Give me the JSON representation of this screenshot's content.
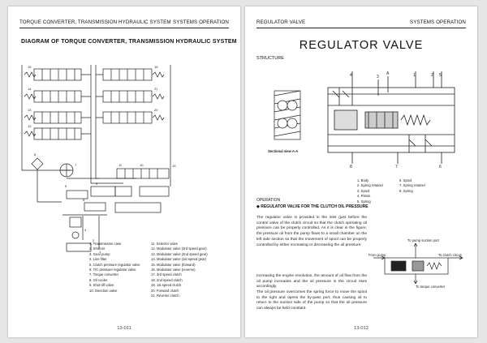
{
  "left_page": {
    "header_left": "TORQUE CONVERTER, TRANSMISSION HYDRAULIC SYSTEM",
    "header_right": "SYSTEMS OPERATION",
    "diagram_title": "DIAGRAM OF TORQUE CONVERTER, TRANSMISSION HYDRAULIC SYSTEM",
    "page_number": "13-011",
    "legend": [
      "1.  Transmission case",
      "2.  Strainer",
      "3.  Gear pump",
      "4.  Line filter",
      "5.  Clutch pressure regulator valve",
      "6.  T/C pressure regulator valve",
      "7.  Torque converter",
      "8.  Oil cooler",
      "9.  Shut-off valve",
      "10. Direction valve",
      "11. Selector valve",
      "12. Modulator valve (3rd speed gear)",
      "13. Modulator valve (2nd speed gear)",
      "14. Modulator valve (1st speed gear)",
      "15. Modulator valve (forward)",
      "16. Modulator valve (reverse)",
      "17. 3rd speed clutch",
      "18. 2nd speed clutch",
      "19. 1st speed clutch",
      "20. Forward clutch",
      "21. Reverse clutch"
    ]
  },
  "right_page": {
    "header_left": "REGULATOR VALVE",
    "header_right": "SYSTEMS OPERATION",
    "title": "REGULATOR VALVE",
    "structure_label": "STRUCTURE",
    "section_caption": "Sectional view A-A",
    "parts_left": [
      "1. Body",
      "2. Spring retainer",
      "3. Spool",
      "4. Piston",
      "5. Spring"
    ],
    "parts_right": [
      "6. Spool",
      "7. Spring retainer",
      "8. Spring"
    ],
    "operation_label": "OPERATION",
    "bullet_heading": "◆ REGULATOR VALVE FOR THE CLUTCH OIL PRESSURE",
    "paragraph1": "The regulator valve is provided in the inlet (just before the control valve of the clutch circuit so that the clutch operating oil pressure can be properly controlled. As it is clear in the figure, the pressure oil from the pump flows to a small chamber on the left side section so that the movement of spool can be properly controlled by either increasing or decreasing the oil pressure.",
    "paragraph2": "Increasing the engine revolution, the amount of oil flow from the oil pump increases and the oil pressure in the circuit rises accordingly.",
    "paragraph3": "The oil pressure overcomes the spring force to move the spool to the right and opens the by-pass port, thus causing oil to return to the suction side of the pump so that the oil pressure can always be held constant.",
    "flow_labels": {
      "to_pump_suction": "To pump suction port",
      "from_pump": "From pump",
      "to_clutch": "To clutch circuit",
      "to_torque": "To torque converter"
    },
    "callouts_top": [
      "4",
      "3",
      "A",
      "1",
      "2",
      "5"
    ],
    "callouts_bottom": [
      "8",
      "7",
      "6"
    ],
    "page_number": "13-012"
  }
}
